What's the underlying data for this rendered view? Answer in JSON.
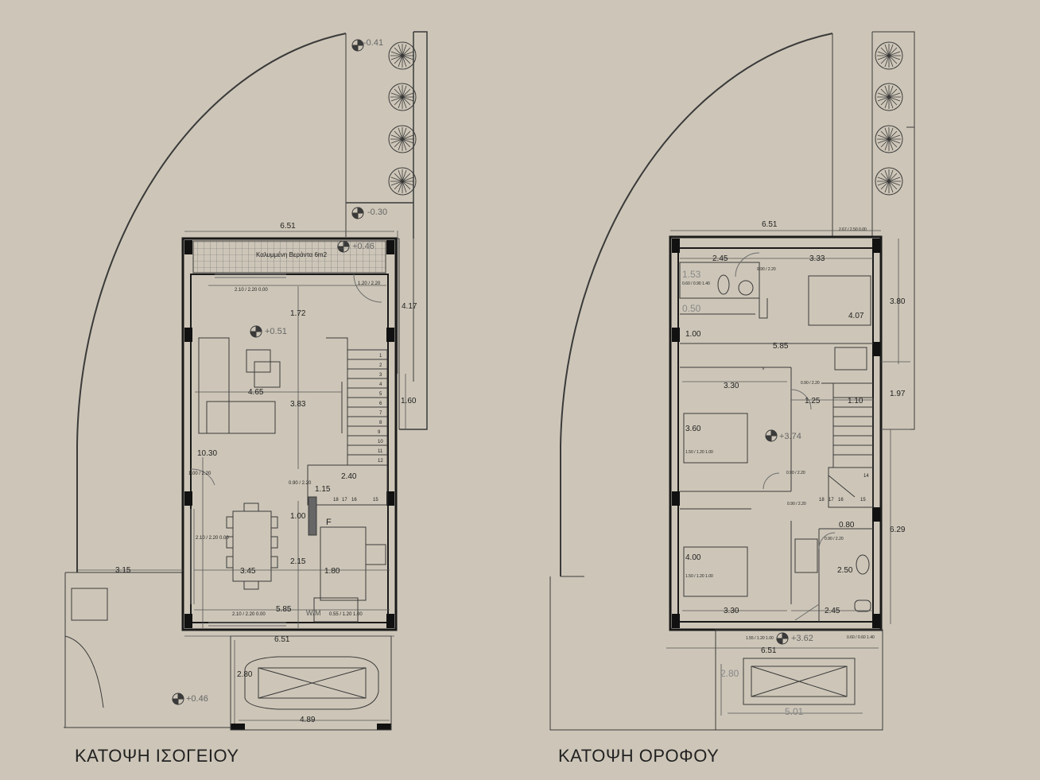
{
  "titles": {
    "ground_floor": "ΚΑΤΟΨΗ ΙΣΟΓΕΙΟΥ",
    "first_floor": "ΚΑΤΟΨΗ ΟΡΟΦΟΥ"
  },
  "colors": {
    "background": "#cdc6b8",
    "line": "#3a3a3a",
    "wall": "#1a1a1a",
    "thin": "#6e6e6e"
  },
  "ground": {
    "veranda_label": "Καλυμμένη Βεράντα 6m2",
    "levels": {
      "top": "-0.41",
      "path": "-0.30",
      "veranda": "+0.46",
      "living": "+0.51",
      "yard": "+0.46"
    },
    "dims": {
      "width_top": "6.51",
      "right_upper": "4.17",
      "right_mid": "1.60",
      "room_depth": "1.72",
      "room_width": "4.65",
      "room_height": "3.83",
      "left_total": "10.30",
      "stair_w": "2.40",
      "wc": "1.15",
      "hall": "1.00",
      "kitchen": "2.15",
      "side": "3.15",
      "dining": "3.45",
      "kitchen_w": "1.80",
      "inner_width": "5.85",
      "width_bottom": "6.51",
      "parking_d": "2.80",
      "parking_w": "4.89"
    },
    "openings": {
      "top_window": "2.10 / 2.20  0.00",
      "door_top_right": "1.20 / 2.20",
      "left_door": "1.00 / 2.20",
      "wc_door": "0.90 / 2.20",
      "left_window": "2.10 / 2.20  0.00",
      "bottom_window": "2.10 / 2.20  0.00",
      "bottom_small": "0.55 / 1.20  1.00"
    },
    "kitchen_mark": "F",
    "wm_mark": "W/M",
    "stairs": [
      "1",
      "2",
      "3",
      "4",
      "5",
      "6",
      "7",
      "8",
      "9",
      "10",
      "11",
      "12"
    ],
    "stairs_landing": [
      "18",
      "17",
      "16",
      "15"
    ]
  },
  "upper": {
    "levels": {
      "hall": "+3.74",
      "balcony": "+3.62"
    },
    "dims": {
      "width_top": "6.51",
      "bath_w": "2.45",
      "bed1_w": "3.33",
      "right_upper": "3.80",
      "bed1_d": "4.07",
      "wc_d": "1.00",
      "corr_w": "5.85",
      "right_mid": "1.97",
      "bed2_w": "3.30",
      "corr": "1.25",
      "stair": "1.10",
      "bed2_d": "3.60",
      "right_total": "6.29",
      "bath2": "0.80",
      "bed3_d": "4.00",
      "bath2_d": "2.50",
      "bed3_w": "3.30",
      "bath2_w": "2.45",
      "width_bottom": "6.51",
      "balcony_d": "2.80",
      "balcony_w": "5.01",
      "bath_top": "1.53",
      "wc_small": "0.50"
    },
    "openings": {
      "top_right": "2.67 / 2.50  0.00",
      "bath_door": "0.90 / 2.20",
      "bath_window": "0.60 / 0.90  1.40",
      "bed2_door": "0.90 / 2.20",
      "bed2_window": "1.50 / 1.20  1.00",
      "hall_door": "0.90 / 2.20",
      "bed3_door": "0.90 / 2.20",
      "bath2_door": "0.90 / 2.20",
      "bed3_window": "1.50 / 1.20  1.00",
      "balcony_door": "1.55 / 1.20  1.00",
      "bath2_window": "0.60 / 0.60  1.40"
    },
    "stairs_landing": [
      "18",
      "17",
      "16",
      "15",
      "14"
    ]
  }
}
